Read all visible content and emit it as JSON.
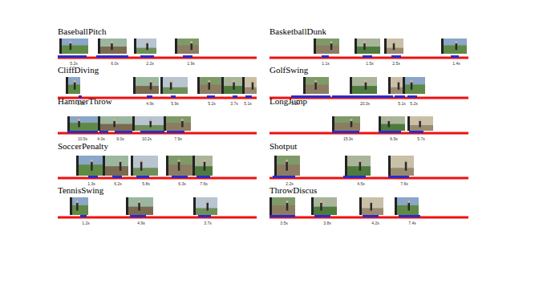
{
  "diagram": {
    "labels": [
      "BaseballPitch",
      "5.2s",
      "6.0s",
      "2.2s",
      "1.9s",
      "BasketballDunk",
      "1.1s",
      "1.5s",
      "2.5s",
      "1.4s",
      "CliffDiving",
      "3.1s",
      "4.9s",
      "5.9s",
      "5.2s",
      "3.7s",
      "5.1s",
      "GolfSwing",
      "5.2s",
      "20.3s",
      "5.1s",
      "5.2s",
      "HammerThrow",
      "10.5s",
      "4.0s",
      "9.0s",
      "10.2s",
      "7.9s",
      "LongJump",
      "15.3s",
      "6.9s",
      "5.7s",
      "SoccerPenalty",
      "1.3s",
      "6.2s",
      "5.8s",
      "6.3s",
      "7.6s",
      "Shotput",
      "2.2s",
      "4.5s",
      "7.6s",
      "TennisSwing",
      "1.2s",
      "4.9s",
      "3.7s",
      "ThrowDiscus",
      "3.5s",
      "3.8s",
      "4.2s",
      "7.4s"
    ]
  }
}
